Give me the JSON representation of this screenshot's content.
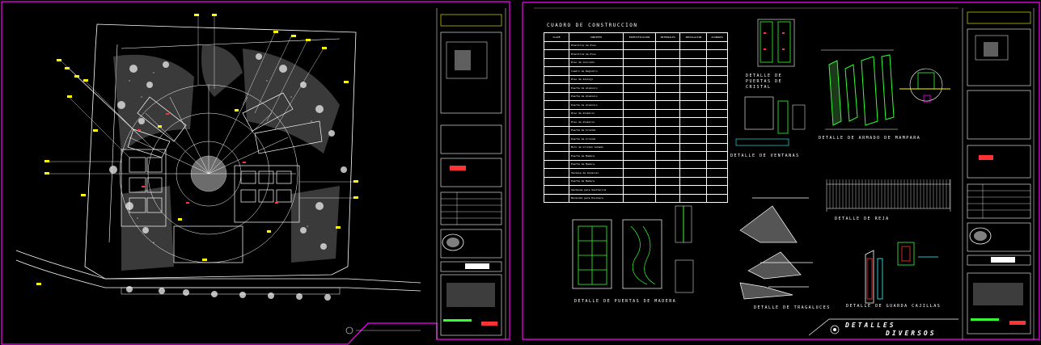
{
  "colors": {
    "background": "#000000",
    "sheet_border": "#ff00ff",
    "drawing_line": "#ffffff",
    "accent_yellow": "#ffff00",
    "accent_red": "#ff3333",
    "accent_green": "#33ff33",
    "accent_cyan": "#33ffff"
  },
  "icons": {
    "tree": "tree-symbol-icon",
    "institution_logo": "seal-logo-icon",
    "north_arrow": "north-arrow-icon"
  },
  "sheet_left": {
    "header_note": "",
    "plan_label": ""
  },
  "sheet_right": {
    "table_title": "CUADRO DE CONSTRUCCION",
    "table_headers": [
      "CLAVE",
      "CONCEPTO",
      "ESPECIFICACION",
      "MATERIALES",
      "INSTALACION",
      "ACABADOS"
    ],
    "table_rows": [
      [
        "",
        "Plantilla de Piso",
        "",
        "",
        "",
        ""
      ],
      [
        "",
        "Plantilla de Piso",
        "",
        "",
        "",
        ""
      ],
      [
        "",
        "Piso de Concreto",
        "",
        "",
        "",
        ""
      ],
      [
        "",
        "Cuadro de Registro",
        "",
        "",
        "",
        ""
      ],
      [
        "",
        "Piso de Azulejo",
        "",
        "",
        "",
        ""
      ],
      [
        "",
        "Puerta de Aluminio",
        "",
        "",
        "",
        ""
      ],
      [
        "",
        "Puerta de Aluminio",
        "",
        "",
        "",
        ""
      ],
      [
        "",
        "Puerta de Aluminio",
        "",
        "",
        "",
        ""
      ],
      [
        "",
        "Piso de Aluminio",
        "",
        "",
        "",
        ""
      ],
      [
        "",
        "Piso de Aluminio",
        "",
        "",
        "",
        ""
      ],
      [
        "",
        "Puerta de Cristal",
        "",
        "",
        "",
        ""
      ],
      [
        "",
        "Puerta de Cristal",
        "",
        "",
        "",
        ""
      ],
      [
        "",
        "Muro de Cristal Armado",
        "",
        "",
        "",
        ""
      ],
      [
        "",
        "Puerta de Madera",
        "",
        "",
        "",
        ""
      ],
      [
        "",
        "Puerta de Madera",
        "",
        "",
        "",
        ""
      ],
      [
        "",
        "Ventana de Aluminio",
        "",
        "",
        "",
        ""
      ],
      [
        "",
        "Puerta de Madera",
        "",
        "",
        "",
        ""
      ],
      [
        "",
        "Ventanas para Sanitarios",
        "",
        "",
        "",
        ""
      ],
      [
        "",
        "Barandal para Escalera",
        "",
        "",
        "",
        ""
      ]
    ],
    "captions": {
      "puertas_cristal": "DETALLE DE PUERTAS DE CRISTAL",
      "ventanas": "DETALLE DE VENTANAS",
      "mampara": "DETALLE DE ARMADO DE MAMPARA",
      "reja": "DETALLE DE REJA",
      "puertas_madera": "DETALLE DE PUERTAS DE MADERA",
      "tragaluces": "DETALLE DE TRAGALUCES",
      "guarda_cajillas": "DETALLE DE GUARDA CAJILLAS"
    },
    "sheet_label_1": "DETALLES",
    "sheet_label_2": "DIVERSOS"
  }
}
